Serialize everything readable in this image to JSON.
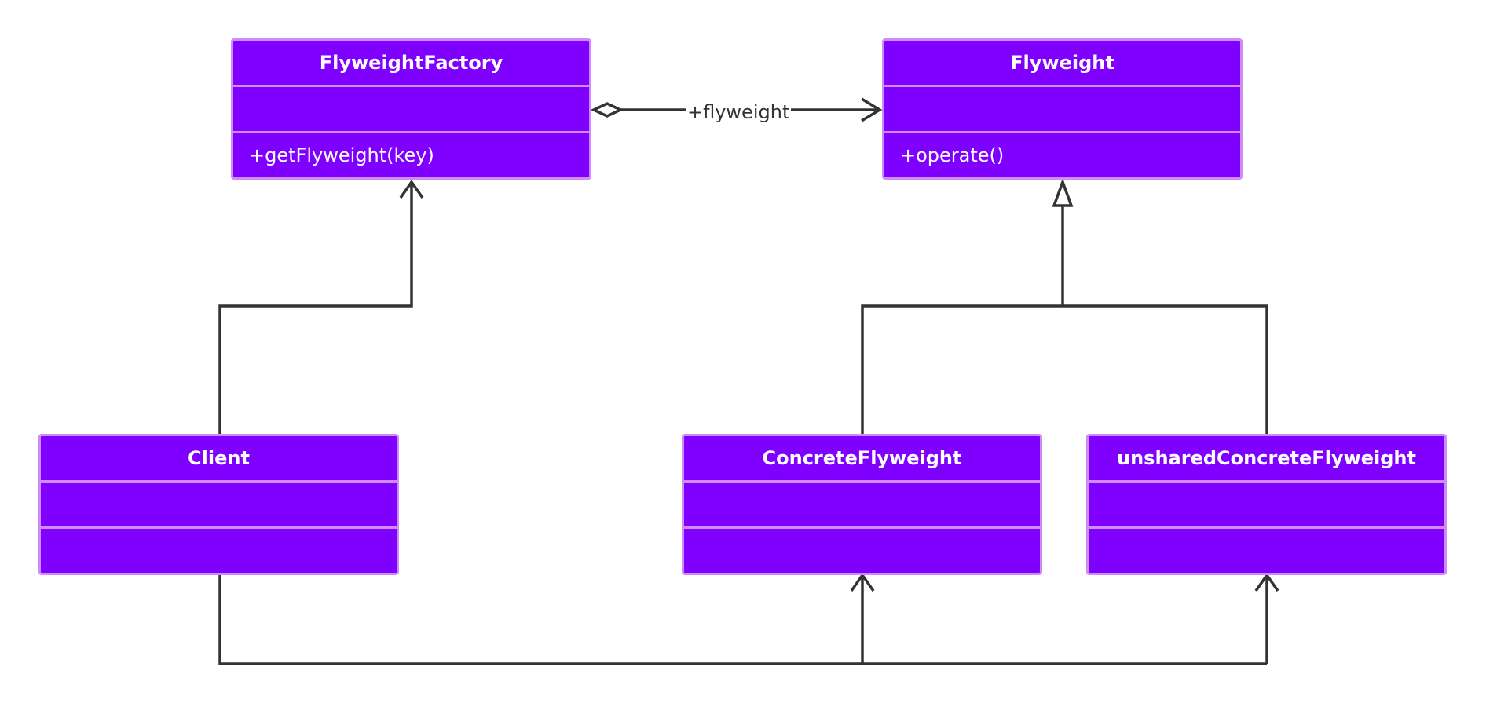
{
  "diagram": {
    "classes": {
      "flyweight_factory": {
        "name": "FlyweightFactory",
        "attributes": "",
        "operations": "+getFlyweight(key)"
      },
      "flyweight": {
        "name": "Flyweight",
        "attributes": "",
        "operations": "+operate()"
      },
      "client": {
        "name": "Client",
        "attributes": "",
        "operations": ""
      },
      "concrete_flyweight": {
        "name": "ConcreteFlyweight",
        "attributes": "",
        "operations": ""
      },
      "unshared_concrete_flyweight": {
        "name": "unsharedConcreteFlyweight",
        "attributes": "",
        "operations": ""
      }
    },
    "relations": {
      "aggregation_label": "+flyweight"
    },
    "colors": {
      "class_fill": "#8000ff",
      "class_border": "#cf8cf5",
      "class_text": "#ffffff",
      "connector": "#333333"
    }
  }
}
